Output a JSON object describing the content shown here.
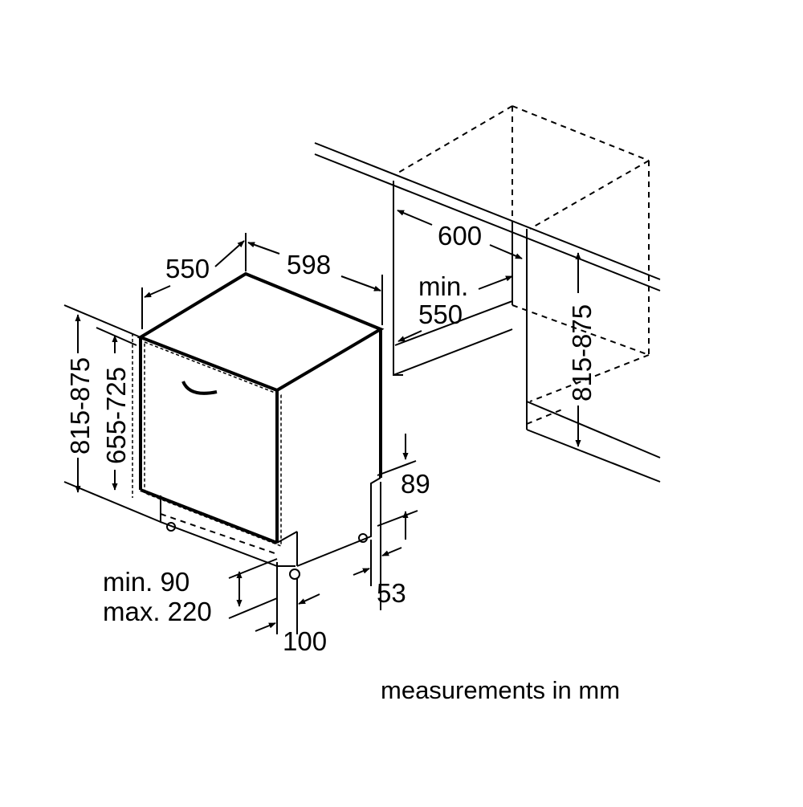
{
  "diagram": {
    "labels": {
      "appliance_depth": "550",
      "appliance_width": "598",
      "niche_width": "600",
      "niche_depth_min_line1": "min.",
      "niche_depth_min_line2": "550",
      "appliance_height_range": "815-875",
      "inner_height_range": "655-725",
      "niche_height_range": "815-875",
      "foot_offset": "89",
      "foot_inset": "53",
      "plinth_height_line1": "min. 90",
      "plinth_height_line2": "max. 220",
      "plinth_depth": "100"
    },
    "caption": "measurements in mm"
  }
}
